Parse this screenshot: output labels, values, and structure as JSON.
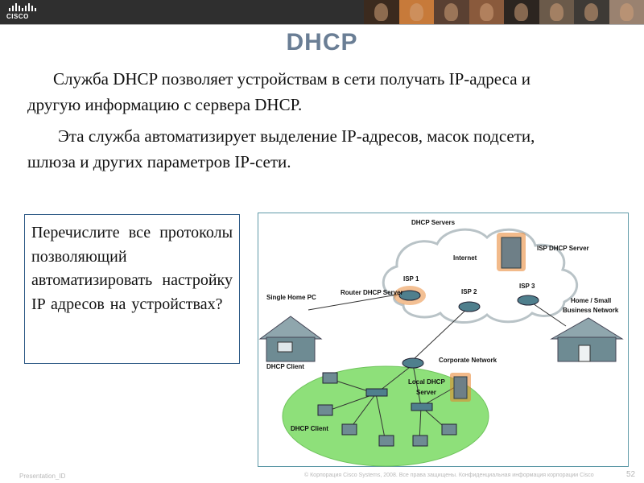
{
  "header": {
    "logo_text": "CISCO",
    "brand_color": "#2f2f2f"
  },
  "title": "DHCP",
  "paragraphs": [
    "Служба DHCP позволяет устройствам в сети получать IP-адреса и другую информацию с сервера DHCP.",
    "Эта служба автоматизирует выделение IP-адресов, масок подсети, шлюза и других параметров IP-сети."
  ],
  "question": "Перечислите все протоколы позволяющий автоматизировать настройку IP адресов на устройствах?",
  "diagram": {
    "labels": {
      "dhcp_servers": "DHCP Servers",
      "internet": "Internet",
      "isp_dhcp_server": "ISP DHCP Server",
      "isp1": "ISP 1",
      "isp2": "ISP 2",
      "isp3": "ISP 3",
      "router_dhcp_server": "Router DHCP Server",
      "single_home_pc": "Single Home PC",
      "home_small_business_1": "Home / Small",
      "home_small_business_2": "Business Network",
      "dhcp_client_top": "DHCP Client",
      "corporate_network": "Corporate Network",
      "local_dhcp_1": "Local DHCP",
      "local_dhcp_2": "Server",
      "dhcp_client_bottom": "DHCP Client"
    },
    "colors": {
      "cloud_fill": "#ffffff",
      "lan_fill": "#8ee07a",
      "server_highlight": "#e8822a",
      "router_fill": "#4f7f8d",
      "house_fill": "#6e8b93"
    }
  },
  "footer": {
    "presentation_id": "Presentation_ID",
    "copyright": "© Корпорация Cisco Systems, 2008. Все права защищены. Конфиденциальная информация корпорации Cisco",
    "page_number": "52"
  }
}
